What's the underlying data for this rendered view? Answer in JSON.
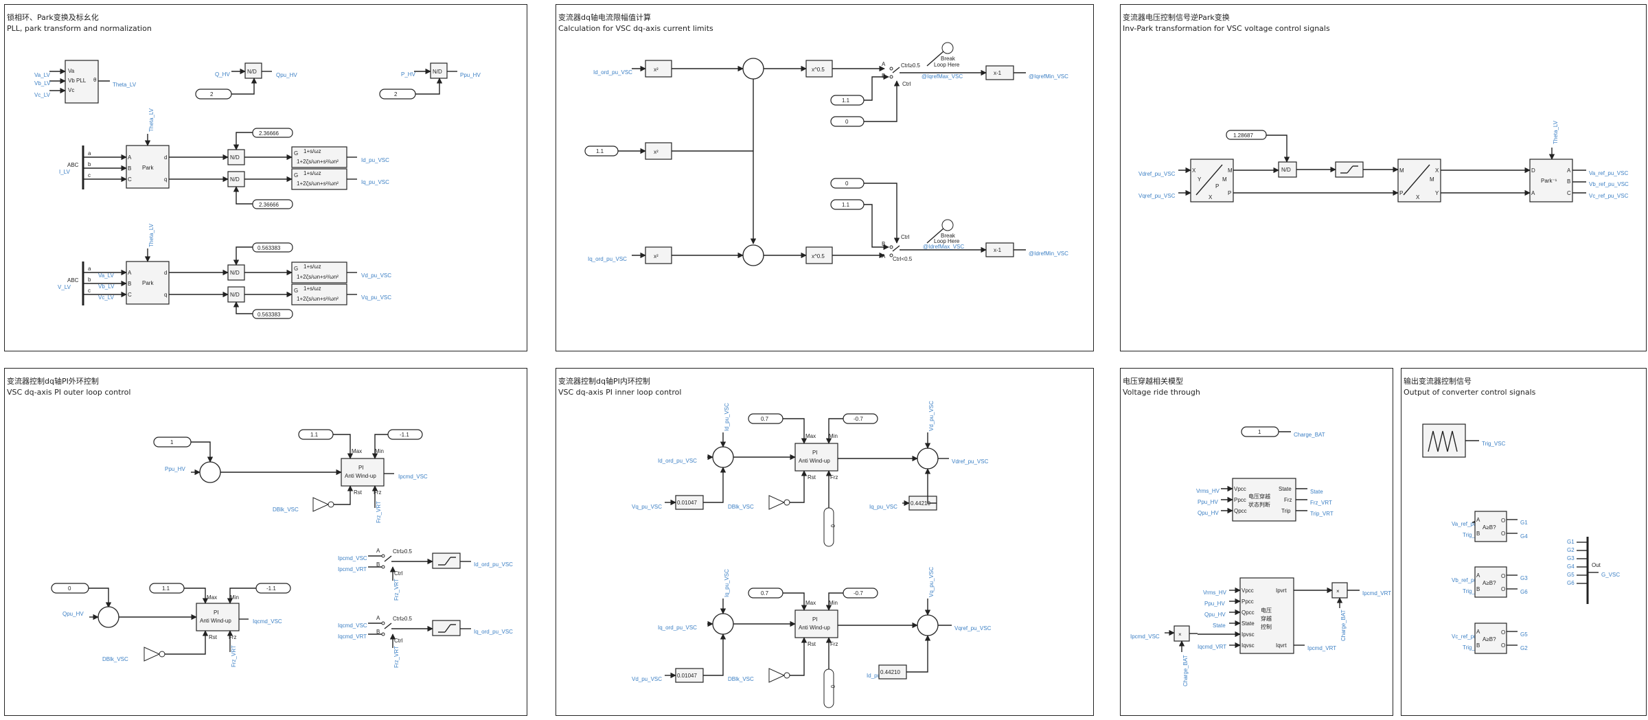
{
  "colors": {
    "signal": "#3b7fc4",
    "line": "#222222",
    "block": "#f4f4f4"
  },
  "panels": {
    "p1": {
      "title_cn": "锁相环、Park变换及标幺化",
      "title_en": "PLL, park transform and normalization"
    },
    "p2": {
      "title_cn": "变流器dq轴电流限幅值计算",
      "title_en": "Calculation for VSC dq-axis current limits"
    },
    "p3": {
      "title_cn": "变流器电压控制信号逆Park变换",
      "title_en": "Inv-Park transformation for VSC voltage control signals"
    },
    "p4": {
      "title_cn": "变流器控制dq轴PI外环控制",
      "title_en": "VSC dq-axis PI outer loop control"
    },
    "p5": {
      "title_cn": "变流器控制dq轴PI内环控制",
      "title_en": "VSC dq-axis PI inner loop control"
    },
    "p6": {
      "title_cn": "电压穿越相关模型",
      "title_en": "Voltage ride through"
    },
    "p7": {
      "title_cn": "输出变流器控制信号",
      "title_en": "Output of converter control signals"
    }
  },
  "p1": {
    "pll_label": "Vb PLL",
    "pll_ports": [
      "Va",
      "Vc"
    ],
    "inputs_pll": [
      "Va_LV",
      "Vb_LV",
      "Vc_LV"
    ],
    "pll_out_port": "θ",
    "pll_out": "Theta_LV",
    "nd": "N/D",
    "n": "N",
    "d": "D",
    "q_hv": "Q_HV",
    "qpu_hv": "Qpu_HV",
    "p_hv": "P_HV",
    "ppu_hv": "Ppu_HV",
    "const2": "2",
    "park": "Park",
    "theta": "Theta_LV",
    "abc": "ABC",
    "i_lv": "I_LV",
    "v_lv": "V_LV",
    "pa": "a",
    "pb": "b",
    "pc": "c",
    "pA": "A",
    "pB": "B",
    "pC": "C",
    "pd": "d",
    "pq": "q",
    "va": "Va_LV",
    "vb": "Vb_LV",
    "vc": "Vc_LV",
    "k1": "2.36666",
    "k2": "2.36666",
    "k3": "0.563383",
    "k4": "0.563383",
    "g": "G",
    "tf_num": "1+s/ωz",
    "tf_den": "1+2ζs/ωn+s²/ωn²",
    "out_id": "Id_pu_VSC",
    "out_iq": "Iq_pu_VSC",
    "out_vd": "Vd_pu_VSC",
    "out_vq": "Vq_pu_VSC"
  },
  "p2": {
    "id_ord": "Id_ord_pu_VSC",
    "iq_ord": "Iq_ord_pu_VSC",
    "sq": "x²",
    "sqrt": "x^0.5",
    "c11": "1.1",
    "c11b": "1.1",
    "c11c": "1.1",
    "c0": "0",
    "c0b": "0",
    "neg": "x-1",
    "ctrl1": "Ctrl≥0.5",
    "ctrl2": "Ctrl<0.5",
    "ctrl": "Ctrl",
    "ba": "A",
    "bb": "B",
    "break": "Break",
    "loop": "Loop Here",
    "iqmax": "@IqrefMax_VSC",
    "iqmin": "@IqrefMin_VSC",
    "idmax": "@IdrefMax_VSC",
    "idmin": "@IdrefMin_VSC"
  },
  "p3": {
    "k": "1.28687",
    "vdref": "Vdref_pu_VSC",
    "vqref": "Vqref_pu_VSC",
    "x": "X",
    "y": "Y",
    "m": "M",
    "p": "P",
    "park": "Park⁻¹",
    "theta": "Theta_LV",
    "outs": [
      "Va_ref_pu_VSC",
      "Vb_ref_pu_VSC",
      "Vc_ref_pu_VSC"
    ],
    "ports": [
      "A",
      "B",
      "C"
    ],
    "nd": "N/D",
    "n": "N",
    "d": "D"
  },
  "p4": {
    "c1": "1",
    "c0": "0",
    "ppu": "Ppu_HV",
    "qpu": "Qpu_HV",
    "dblk": "DBlk_VSC",
    "max": "1.1",
    "min": "-1.1",
    "max2": "1.1",
    "min2": "-1.1",
    "pi1": "PI",
    "pi2": "Anti Wind-up",
    "mx": "Max",
    "mn": "Min",
    "rst": "Rst",
    "frz": "Frz",
    "frz_sig": "Frz_VRT",
    "ipcmd": "Ipcmd_VSC",
    "iqcmd": "Iqcmd_VSC",
    "sw_in1": "Ipcmd_VSC",
    "sw_in2": "Ipcmd_VRT",
    "sw_in3": "Iqcmd_VSC",
    "sw_in4": "Iqcmd_VRT",
    "ctrl": "Ctrl≥0.5",
    "ctrl_l": "Ctrl",
    "frz_vrt": "Frz_VRT",
    "out_id": "Id_ord_pu_VSC",
    "out_iq": "Iq_ord_pu_VSC",
    "a": "A",
    "b": "B"
  },
  "p5": {
    "id_ord": "Id_ord_pu_VSC",
    "iq_ord": "Iq_ord_pu_VSC",
    "id_pu": "Id_pu_VSC",
    "iq_pu": "Iq_pu_VSC",
    "vd_pu": "Vd_pu_VSC",
    "vq_pu": "Vq_pu_VSC",
    "k": "0.01047",
    "k2": "0.01047",
    "r": "0.44210",
    "r2": "0.44210",
    "max": "0.7",
    "min": "-0.7",
    "max2": "0.7",
    "min2": "-0.7",
    "zero": "0",
    "pi1": "PI",
    "pi2": "Anti Wind-up",
    "mx": "Max",
    "mn": "Min",
    "rst": "Rst",
    "frz": "Frz",
    "dblk": "DBlk_VSC",
    "vdref": "Vdref_pu_VSC",
    "vqref": "Vqref_pu_VSC"
  },
  "p6": {
    "c1": "1",
    "charge": "Charge_BAT",
    "vrms": "Vrms_HV",
    "ppu": "Ppu_HV",
    "qpu": "Qpu_HV",
    "state_blk": "电压穿越\n状态判断",
    "in_ports": [
      "Vpcc",
      "Ppcc",
      "Qpcc"
    ],
    "out_ports": [
      "State",
      "Frz",
      "Trip"
    ],
    "outs": [
      "State",
      "Frz_VRT",
      "Trip_VRT"
    ],
    "ctrl_blk": "电压\n穿越\n控制",
    "in2": [
      "Vrms_HV",
      "Ppu_HV",
      "Qpu_HV",
      "State",
      "Ipcmd_VSC"
    ],
    "in2_ports": [
      "Vpcc",
      "Ppcc",
      "Qpcc",
      "State",
      "Ipvsc",
      "Iqvsc"
    ],
    "out2_ports": [
      "Iqvrt",
      "Ipvrt"
    ],
    "ipcmd": "Ipcmd_VSC",
    "iqcmd": "Iqcmd_VRT",
    "ipvrt": "Ipcmd_VRT",
    "mult": "×",
    "ipcmd_in": "Ipcmd_VSC",
    "cb": "Charge_BAT",
    "cb2": "Charge_BAT"
  },
  "p7": {
    "trig": "Trig_VSC",
    "cmp": "A≥B?",
    "ins": [
      "Va_ref_pu_VSC",
      "Vb_ref_pu_VSC",
      "Vc_ref_pu_VSC"
    ],
    "outs": [
      [
        "G1",
        "G4"
      ],
      [
        "G3",
        "G6"
      ],
      [
        "G5",
        "G2"
      ]
    ],
    "a": "A",
    "b": "B",
    "o": "O",
    "bus": [
      "G1",
      "G2",
      "G3",
      "G4",
      "G5",
      "G6"
    ],
    "out": "Out",
    "gv": "G_VSC"
  }
}
